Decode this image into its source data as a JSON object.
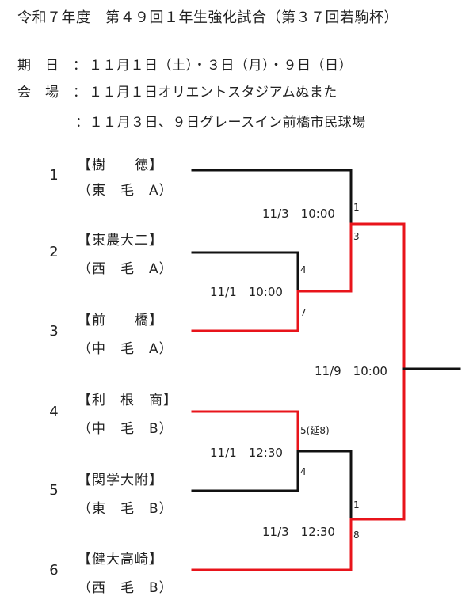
{
  "title": "令和７年度　第４９回１年生強化試合（第３７回若駒杯）",
  "info": {
    "dates_label": "期　日　：",
    "dates_value": "１１月１日（土）・３日（月）・９日（日）",
    "venue_label": "会　場　：",
    "venue_1": "１１月１日オリエントスタジアムぬまた",
    "venue_2": "：１１月３日、９日グレースイン前橋市民球場"
  },
  "teams": [
    {
      "seed": "1",
      "name": "【樹　　徳】",
      "group": "（東　毛　A）"
    },
    {
      "seed": "2",
      "name": "【東農大二】",
      "group": "（西　毛　A）"
    },
    {
      "seed": "3",
      "name": "【前　　橋】",
      "group": "（中　毛　A）"
    },
    {
      "seed": "4",
      "name": "【利　根　商】",
      "group": "（中　毛　B）"
    },
    {
      "seed": "5",
      "name": "【関学大附】",
      "group": "（東　毛　B）"
    },
    {
      "seed": "6",
      "name": "【健大高崎】",
      "group": "（西　毛　B）"
    }
  ],
  "matches": [
    {
      "schedule": "11/1　10:00",
      "score_top": "4",
      "score_bottom": "7"
    },
    {
      "schedule": "11/1　12:30",
      "score_top": "5(延8)",
      "score_bottom": "4"
    },
    {
      "schedule": "11/3　10:00",
      "score_top": "1",
      "score_bottom": "3"
    },
    {
      "schedule": "11/3　12:30",
      "score_top": "1",
      "score_bottom": "8"
    },
    {
      "schedule": "11/9　10:00"
    }
  ],
  "colors": {
    "win": "#e8141b",
    "line": "#111111"
  }
}
